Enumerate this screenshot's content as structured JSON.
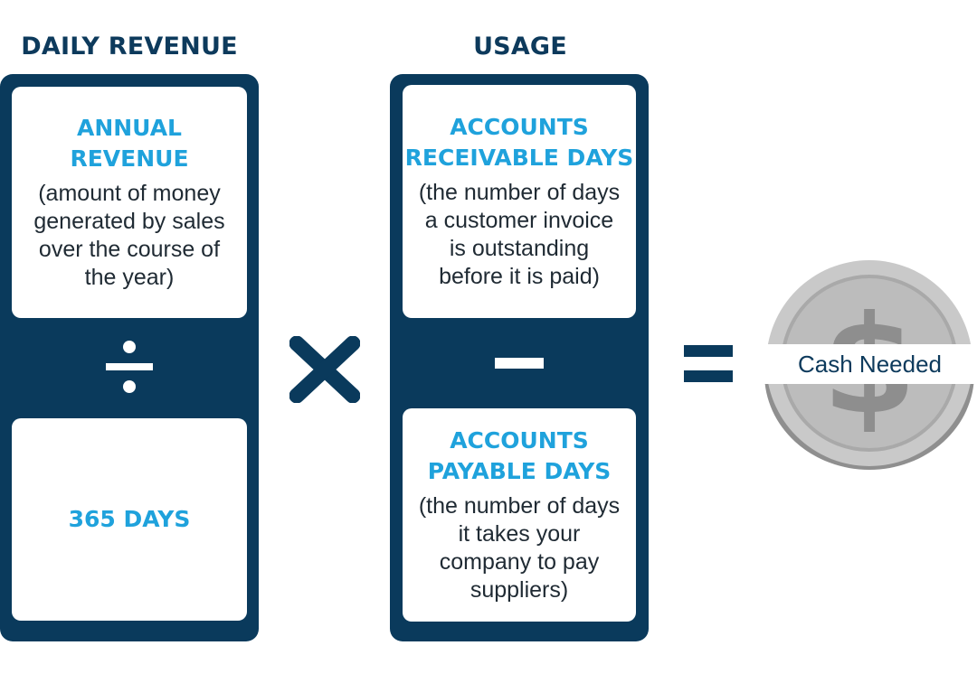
{
  "columns": {
    "daily_revenue": {
      "title": "DAILY REVENUE",
      "top_card": {
        "title_line1": "ANNUAL",
        "title_line2": "REVENUE",
        "desc_line1": "(amount of money",
        "desc_line2": "generated by sales",
        "desc_line3": "over the course of",
        "desc_line4": "the year)"
      },
      "operator": "divide-icon",
      "bottom_card": {
        "title": "365 DAYS"
      }
    },
    "usage": {
      "title": "USAGE",
      "top_card": {
        "title_line1": "ACCOUNTS",
        "title_line2": "RECEIVABLE DAYS",
        "desc_line1": "(the number of days",
        "desc_line2": "a customer invoice",
        "desc_line3": "is outstanding",
        "desc_line4": "before it is paid)"
      },
      "operator": "minus-icon",
      "bottom_card": {
        "title_line1": "ACCOUNTS",
        "title_line2": "PAYABLE DAYS",
        "desc_line1": "(the number of days",
        "desc_line2": "it takes your",
        "desc_line3": "company to pay",
        "desc_line4": "suppliers)"
      }
    }
  },
  "operators": {
    "between_columns": "multiply-icon",
    "before_result": "equals-icon"
  },
  "result": {
    "label": "Cash Needed",
    "icon": "dollar-coin-icon"
  },
  "colors": {
    "navy": "#0a3a5c",
    "title_navy": "#0d3a5c",
    "accent_blue": "#1fa2dc",
    "coin_gray": "#c9c9c9"
  }
}
